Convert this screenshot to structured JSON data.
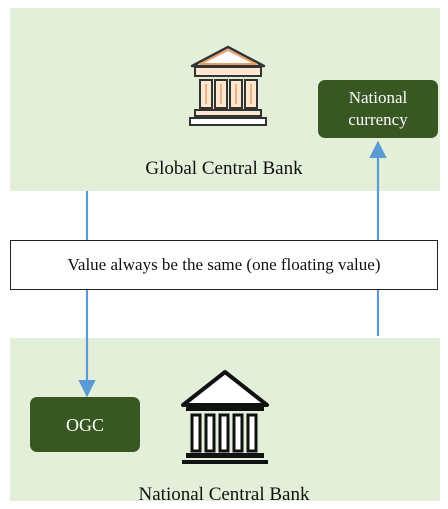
{
  "global_bank": {
    "label": "Global Central Bank",
    "icon": "bank-building-icon"
  },
  "national_bank": {
    "label": "National Central Bank",
    "icon": "bank-building-icon"
  },
  "national_currency": {
    "lines": [
      "National",
      "currency"
    ]
  },
  "ogc": {
    "label": "OGC"
  },
  "value_box": {
    "text": "Value always be the same (one floating value)"
  },
  "colors": {
    "panel_bg": "#e4efda",
    "pill_bg": "#385723",
    "arrow": "#5b9bd5",
    "bank_outline": "#333333",
    "bank_roof_accent": "#e8a06a",
    "bank_columns_fill": "#fde7cf"
  }
}
